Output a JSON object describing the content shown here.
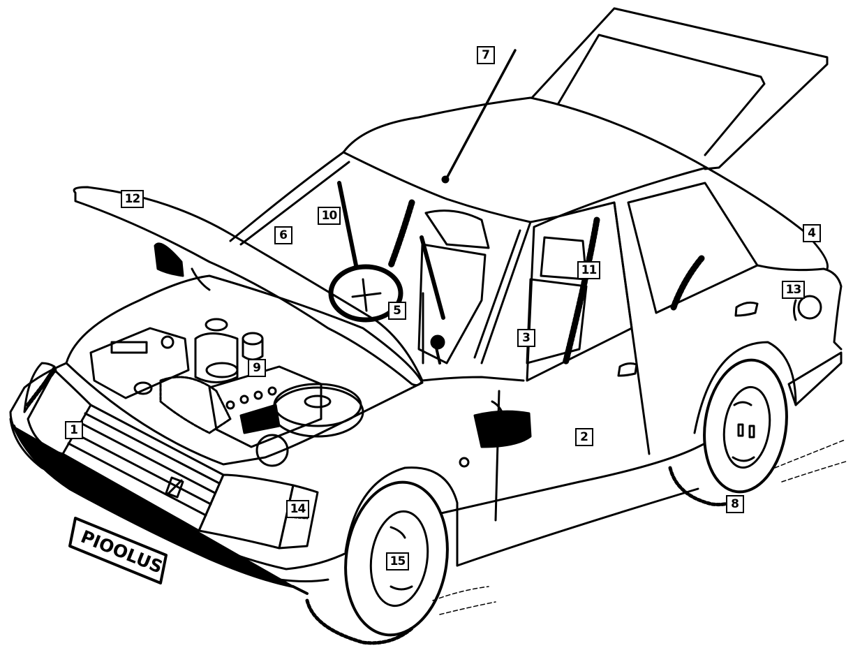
{
  "callouts": [
    {
      "id": "c1",
      "label": "1"
    },
    {
      "id": "c2",
      "label": "2"
    },
    {
      "id": "c3",
      "label": "3"
    },
    {
      "id": "c4",
      "label": "4"
    },
    {
      "id": "c5",
      "label": "5"
    },
    {
      "id": "c6",
      "label": "6"
    },
    {
      "id": "c7",
      "label": "7"
    },
    {
      "id": "c8",
      "label": "8"
    },
    {
      "id": "c9",
      "label": "9"
    },
    {
      "id": "c10",
      "label": "10"
    },
    {
      "id": "c11",
      "label": "11"
    },
    {
      "id": "c12",
      "label": "12"
    },
    {
      "id": "c13",
      "label": "13"
    },
    {
      "id": "c14",
      "label": "14"
    },
    {
      "id": "c15",
      "label": "15"
    }
  ],
  "license_plate": {
    "text": "PIOOLUS"
  },
  "colors": {
    "ink": "#000000",
    "paper": "#ffffff"
  }
}
